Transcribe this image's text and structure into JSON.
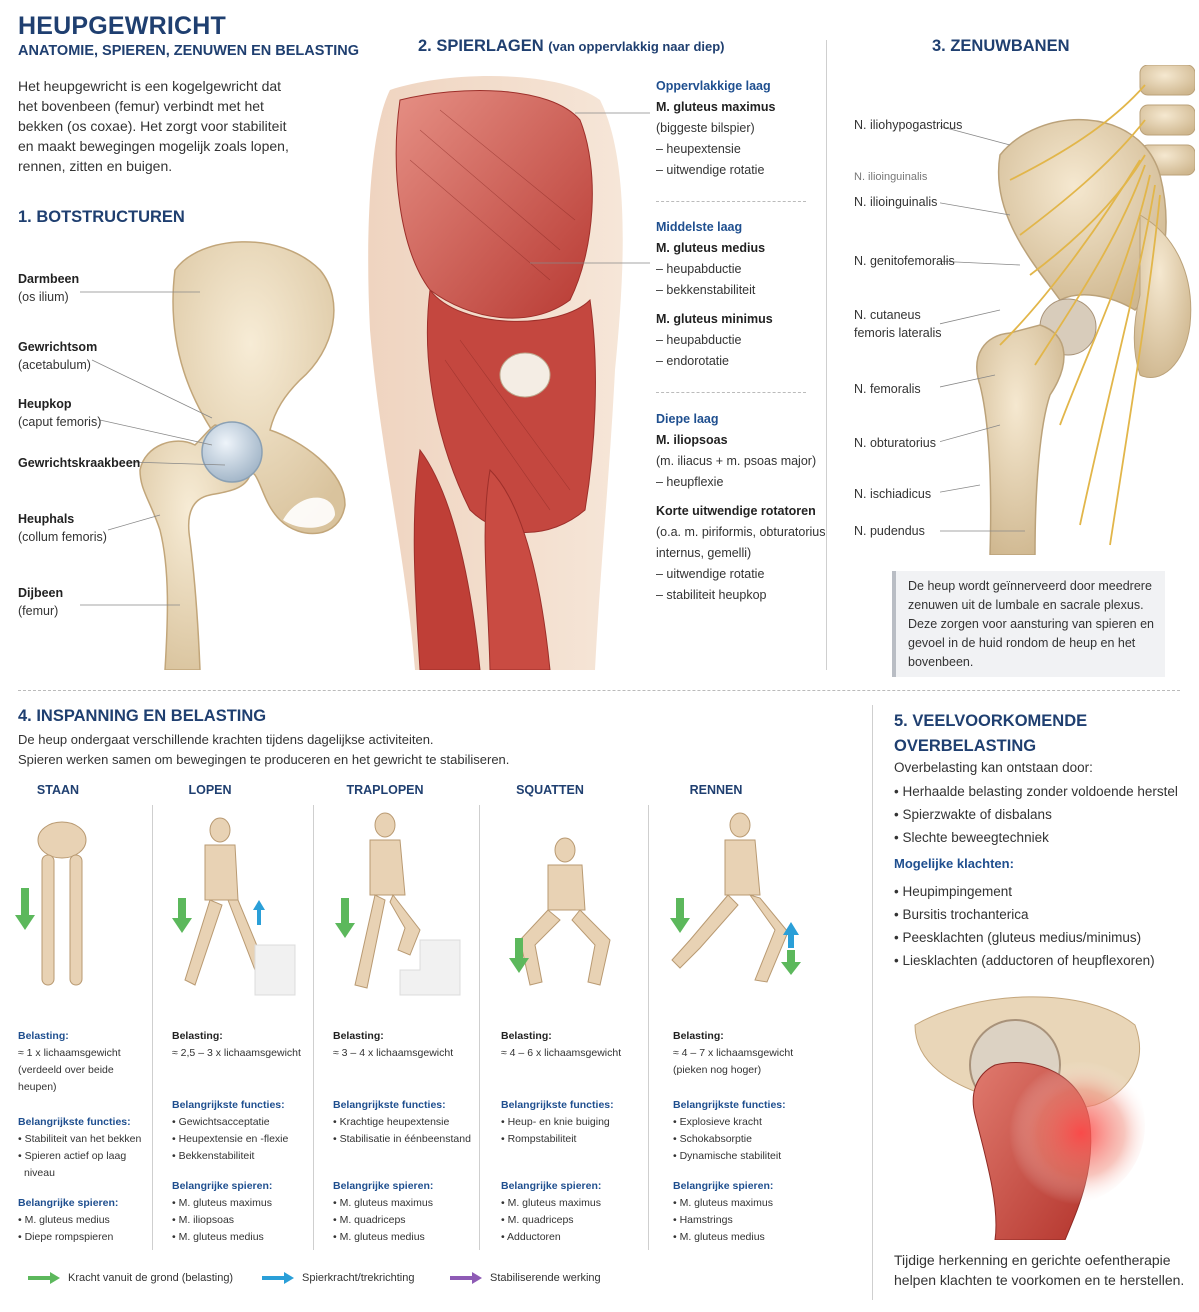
{
  "header": {
    "title": "HEUPGEWRICHT",
    "subtitle": "ANATOMIE, SPIEREN, ZENUWEN EN BELASTING",
    "intro": [
      "Het heupgewricht is een kogelgewricht dat",
      "het bovenbeen (femur) verbindt met het",
      "bekken (os coxae). Het zorgt voor stabiliteit",
      "en maakt bewegingen mogelijk zoals lopen,",
      "rennen, zitten en buigen."
    ]
  },
  "bones": {
    "title": "1. BOTSTRUCTUREN",
    "labels": [
      {
        "name": "Darmbeen",
        "sub": "(os ilium)"
      },
      {
        "name": "Gewrichtsom",
        "sub": "(acetabulum)"
      },
      {
        "name": "Heupkop",
        "sub": "(caput femoris)"
      },
      {
        "name": "Gewrichtskraakbeen",
        "sub": ""
      },
      {
        "name": "Heuphals",
        "sub": "(collum femoris)"
      },
      {
        "name": "Dijbeen",
        "sub": "(femur)"
      }
    ]
  },
  "muscles": {
    "title": "2. SPIERLAGEN",
    "title_note": "(van oppervlakkig naar diep)",
    "layers": [
      {
        "heading": "Oppervlakkige laag",
        "items": [
          {
            "name": "M. gluteus maximus",
            "lines": [
              "(biggeste bilspier)",
              "– heupextensie",
              "– uitwendige rotatie"
            ]
          }
        ]
      },
      {
        "heading": "Middelste laag",
        "items": [
          {
            "name": "M. gluteus medius",
            "lines": [
              "– heupabductie",
              "– bekkenstabiliteit"
            ]
          },
          {
            "name": "M. gluteus minimus",
            "lines": [
              "– heupabductie",
              "– endorotatie"
            ]
          }
        ]
      },
      {
        "heading": "Diepe laag",
        "items": [
          {
            "name": "M. iliopsoas",
            "lines": [
              "(m. iliacus + m. psoas major)",
              "– heupflexie"
            ]
          },
          {
            "name": "Korte uitwendige rotatoren",
            "lines": [
              "(o.a. m. piriformis, obturatorius",
              "internus, gemelli)",
              "– uitwendige rotatie",
              "– stabiliteit heupkop"
            ]
          }
        ]
      }
    ]
  },
  "nerves": {
    "title": "3. ZENUWBANEN",
    "labels": [
      "N. iliohypogastricus",
      "N. ilioinguinalis",
      "N. ilioinguinalis",
      "N. genitofemoralis",
      "N. cutaneus",
      "femoris lateralis",
      "N. femoralis",
      "N. obturatorius",
      "N. ischiadicus",
      "N. pudendus"
    ],
    "note": [
      "De heup wordt geïnnerveerd door meedrere",
      "zenuwen uit de lumbale en sacrale plexus.",
      "Deze zorgen voor aansturing van spieren en",
      "gevoel in de huid rondom de heup en het",
      "bovenbeen."
    ]
  },
  "load": {
    "title": "4. INSPANNING EN BELASTING",
    "intro": [
      "De heup ondergaat verschillende krachten tijdens dagelijkse activiteiten.",
      "Spieren werken samen om bewegingen te produceren en het gewricht te stabiliseren."
    ],
    "labels": {
      "belasting": "Belasting:",
      "functies": "Belangrijkste functies:",
      "spieren": "Belangrijke spieren:"
    },
    "activities": [
      {
        "name": "STAAN",
        "load": [
          "≈ 1 x lichaamsgewicht",
          "(verdeeld over beide heupen)"
        ],
        "functions": [
          "Stabiliteit van het bekken",
          "Spieren actief op laag",
          "  niveau"
        ],
        "muscles": [
          "M. gluteus medius",
          "Diepe rompspieren"
        ]
      },
      {
        "name": "LOPEN",
        "load": [
          "≈ 2,5 – 3 x lichaamsgewicht"
        ],
        "functions": [
          "Gewichtsacceptatie",
          "Heupextensie en -flexie",
          "Bekkenstabiliteit"
        ],
        "muscles": [
          "M. gluteus maximus",
          "M. iliopsoas",
          "M. gluteus medius"
        ]
      },
      {
        "name": "TRAPLOPEN",
        "load": [
          "≈ 3 – 4 x lichaamsgewicht"
        ],
        "functions": [
          "Krachtige heupextensie",
          "Stabilisatie in éénbeenstand"
        ],
        "muscles": [
          "M. gluteus maximus",
          "M. quadriceps",
          "M. gluteus medius"
        ]
      },
      {
        "name": "SQUATTEN",
        "load": [
          "≈ 4 – 6 x lichaamsgewicht"
        ],
        "functions": [
          "Heup- en knie buiging",
          "Rompstabiliteit"
        ],
        "muscles": [
          "M. gluteus maximus",
          "M. quadriceps",
          "Adductoren"
        ]
      },
      {
        "name": "RENNEN",
        "load": [
          "≈ 4 – 7 x lichaamsgewicht",
          "(pieken nog hoger)"
        ],
        "functions": [
          "Explosieve kracht",
          "Schokabsorptie",
          "Dynamische stabiliteit"
        ],
        "muscles": [
          "M. gluteus maximus",
          "Hamstrings",
          "M. gluteus medius"
        ]
      }
    ],
    "legend": [
      {
        "text": "Kracht vanuit de grond (belasting)",
        "color": "#5cb85c"
      },
      {
        "text": "Spierkracht/trekrichting",
        "color": "#2a9fd8"
      },
      {
        "text": "Stabiliserende werking",
        "color": "#8e5bb5"
      }
    ]
  },
  "overload": {
    "title_line1": "5. VEELVOORKOMENDE",
    "title_line2": "OVERBELASTING",
    "intro": "Overbelasting kan ontstaan door:",
    "causes": [
      "Herhaalde belasting zonder voldoende herstel",
      "Spierzwakte of disbalans",
      "Slechte beweegtechniek"
    ],
    "complaints_title": "Mogelijke klachten:",
    "complaints": [
      "Heupimpingement",
      "Bursitis trochanterica",
      "Peesklachten (gluteus medius/minimus)",
      "Liesklachten (adductoren of heupflexoren)"
    ],
    "footer": [
      "Tijdige herkenning en gerichte oefentherapie",
      "helpen klachten te voorkomen en te herstellen."
    ]
  }
}
